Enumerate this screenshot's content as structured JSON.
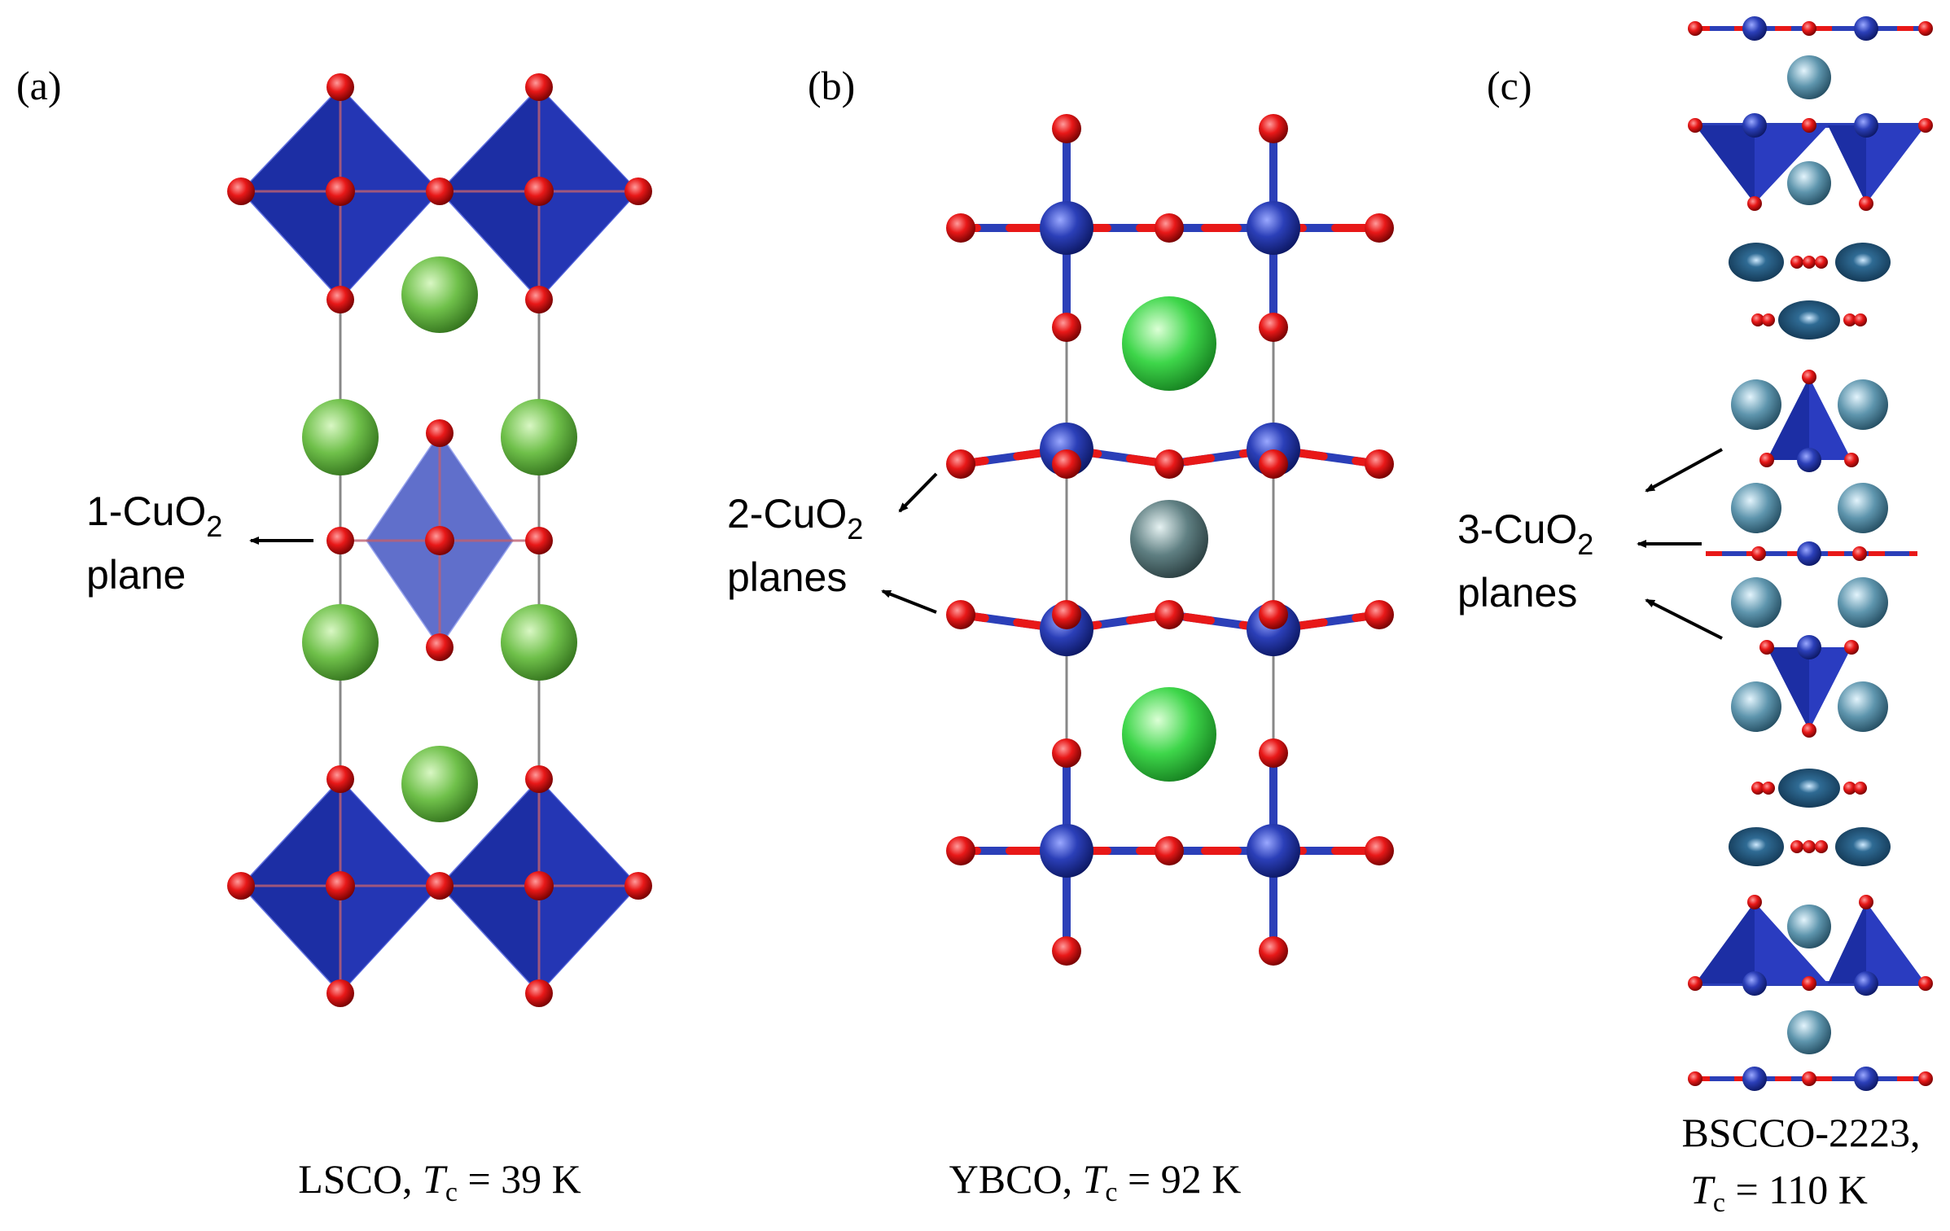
{
  "colors": {
    "copper": "#2b3fb8",
    "copper_dark": "#0b1660",
    "oxygen": "#e81818",
    "oxygen_dark": "#6e0000",
    "polyhedron": "#1c2ea4",
    "la_sr": "#6fc04a",
    "y_ca": "#3ed64a",
    "ba": "#5f7f82",
    "bi_ca_sr": "#5e95ad",
    "bi_dark": "#0f3a5e",
    "bond": "#888888"
  },
  "panels": [
    {
      "id": "a",
      "panel_label": "(a)",
      "annotation_line1_main": "1-CuO",
      "annotation_line1_sub": "2",
      "annotation_line2": "plane",
      "caption_main": "LSCO, ",
      "caption_italic": "T",
      "caption_sub": "c",
      "caption_rest": " = 39 K"
    },
    {
      "id": "b",
      "panel_label": "(b)",
      "annotation_line1_main": "2-CuO",
      "annotation_line1_sub": "2",
      "annotation_line2": "planes",
      "caption_main": "YBCO, ",
      "caption_italic": "T",
      "caption_sub": "c",
      "caption_rest": " = 92 K"
    },
    {
      "id": "c",
      "panel_label": "(c)",
      "annotation_line1_main": "3-CuO",
      "annotation_line1_sub": "2",
      "annotation_line2": "planes",
      "caption_line1": "BSCCO-2223,",
      "caption_italic": "T",
      "caption_sub": "c",
      "caption_rest": " = 110 K"
    }
  ]
}
